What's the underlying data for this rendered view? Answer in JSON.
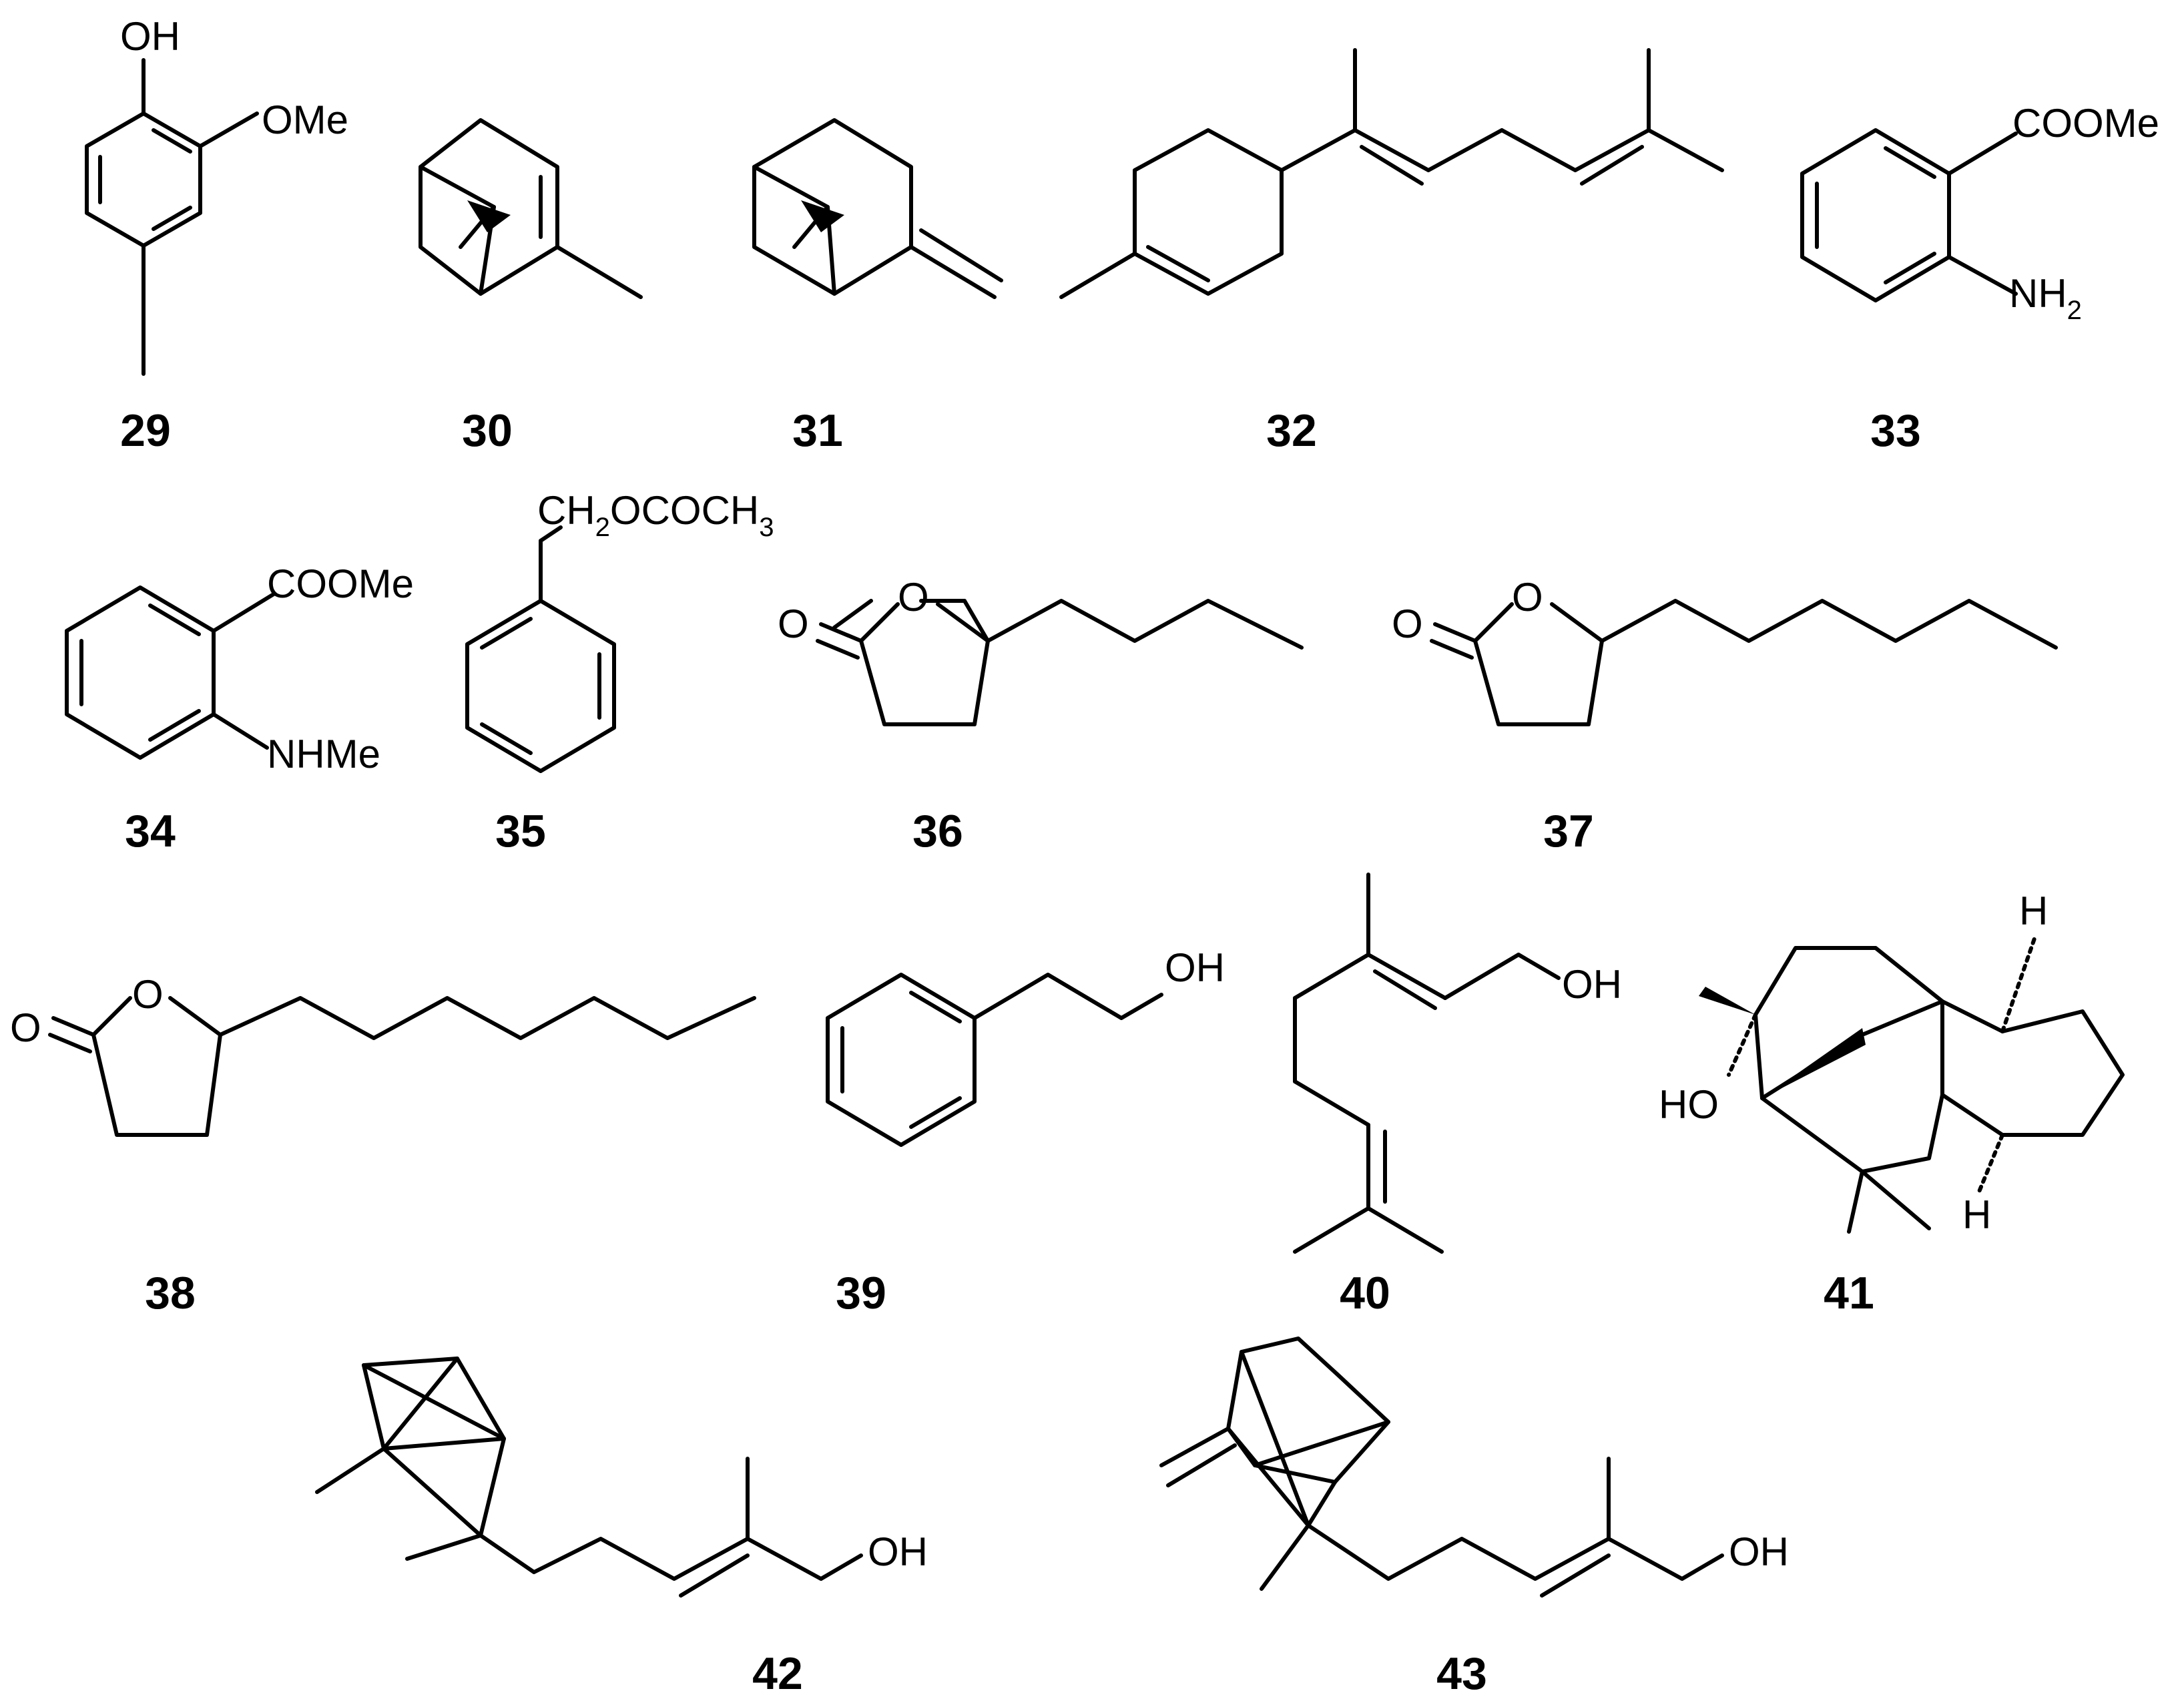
{
  "compounds": [
    {
      "id": "29",
      "labels": {
        "oh": "OH",
        "ome": "OMe"
      }
    },
    {
      "id": "30"
    },
    {
      "id": "31"
    },
    {
      "id": "32"
    },
    {
      "id": "33",
      "labels": {
        "coome": "COOMe",
        "nh": "NH",
        "nh_sub": "2"
      }
    },
    {
      "id": "34",
      "labels": {
        "coome": "COOMe",
        "nhme": "NHMe"
      }
    },
    {
      "id": "35",
      "labels": {
        "ch": "CH",
        "ch_sub": "2",
        "ococh": "OCOCH",
        "ococh_sub": "3"
      }
    },
    {
      "id": "36",
      "labels": {
        "o_ring": "O",
        "o_keto": "O"
      }
    },
    {
      "id": "37",
      "labels": {
        "o_ring": "O",
        "o_keto": "O"
      }
    },
    {
      "id": "38",
      "labels": {
        "o_ring": "O",
        "o_keto": "O"
      }
    },
    {
      "id": "39",
      "labels": {
        "oh": "OH"
      }
    },
    {
      "id": "40",
      "labels": {
        "oh": "OH"
      }
    },
    {
      "id": "41",
      "labels": {
        "ho": "HO",
        "h_top": "H",
        "h_bottom": "H"
      }
    },
    {
      "id": "42",
      "labels": {
        "oh": "OH"
      }
    },
    {
      "id": "43",
      "labels": {
        "oh": "OH"
      }
    }
  ]
}
